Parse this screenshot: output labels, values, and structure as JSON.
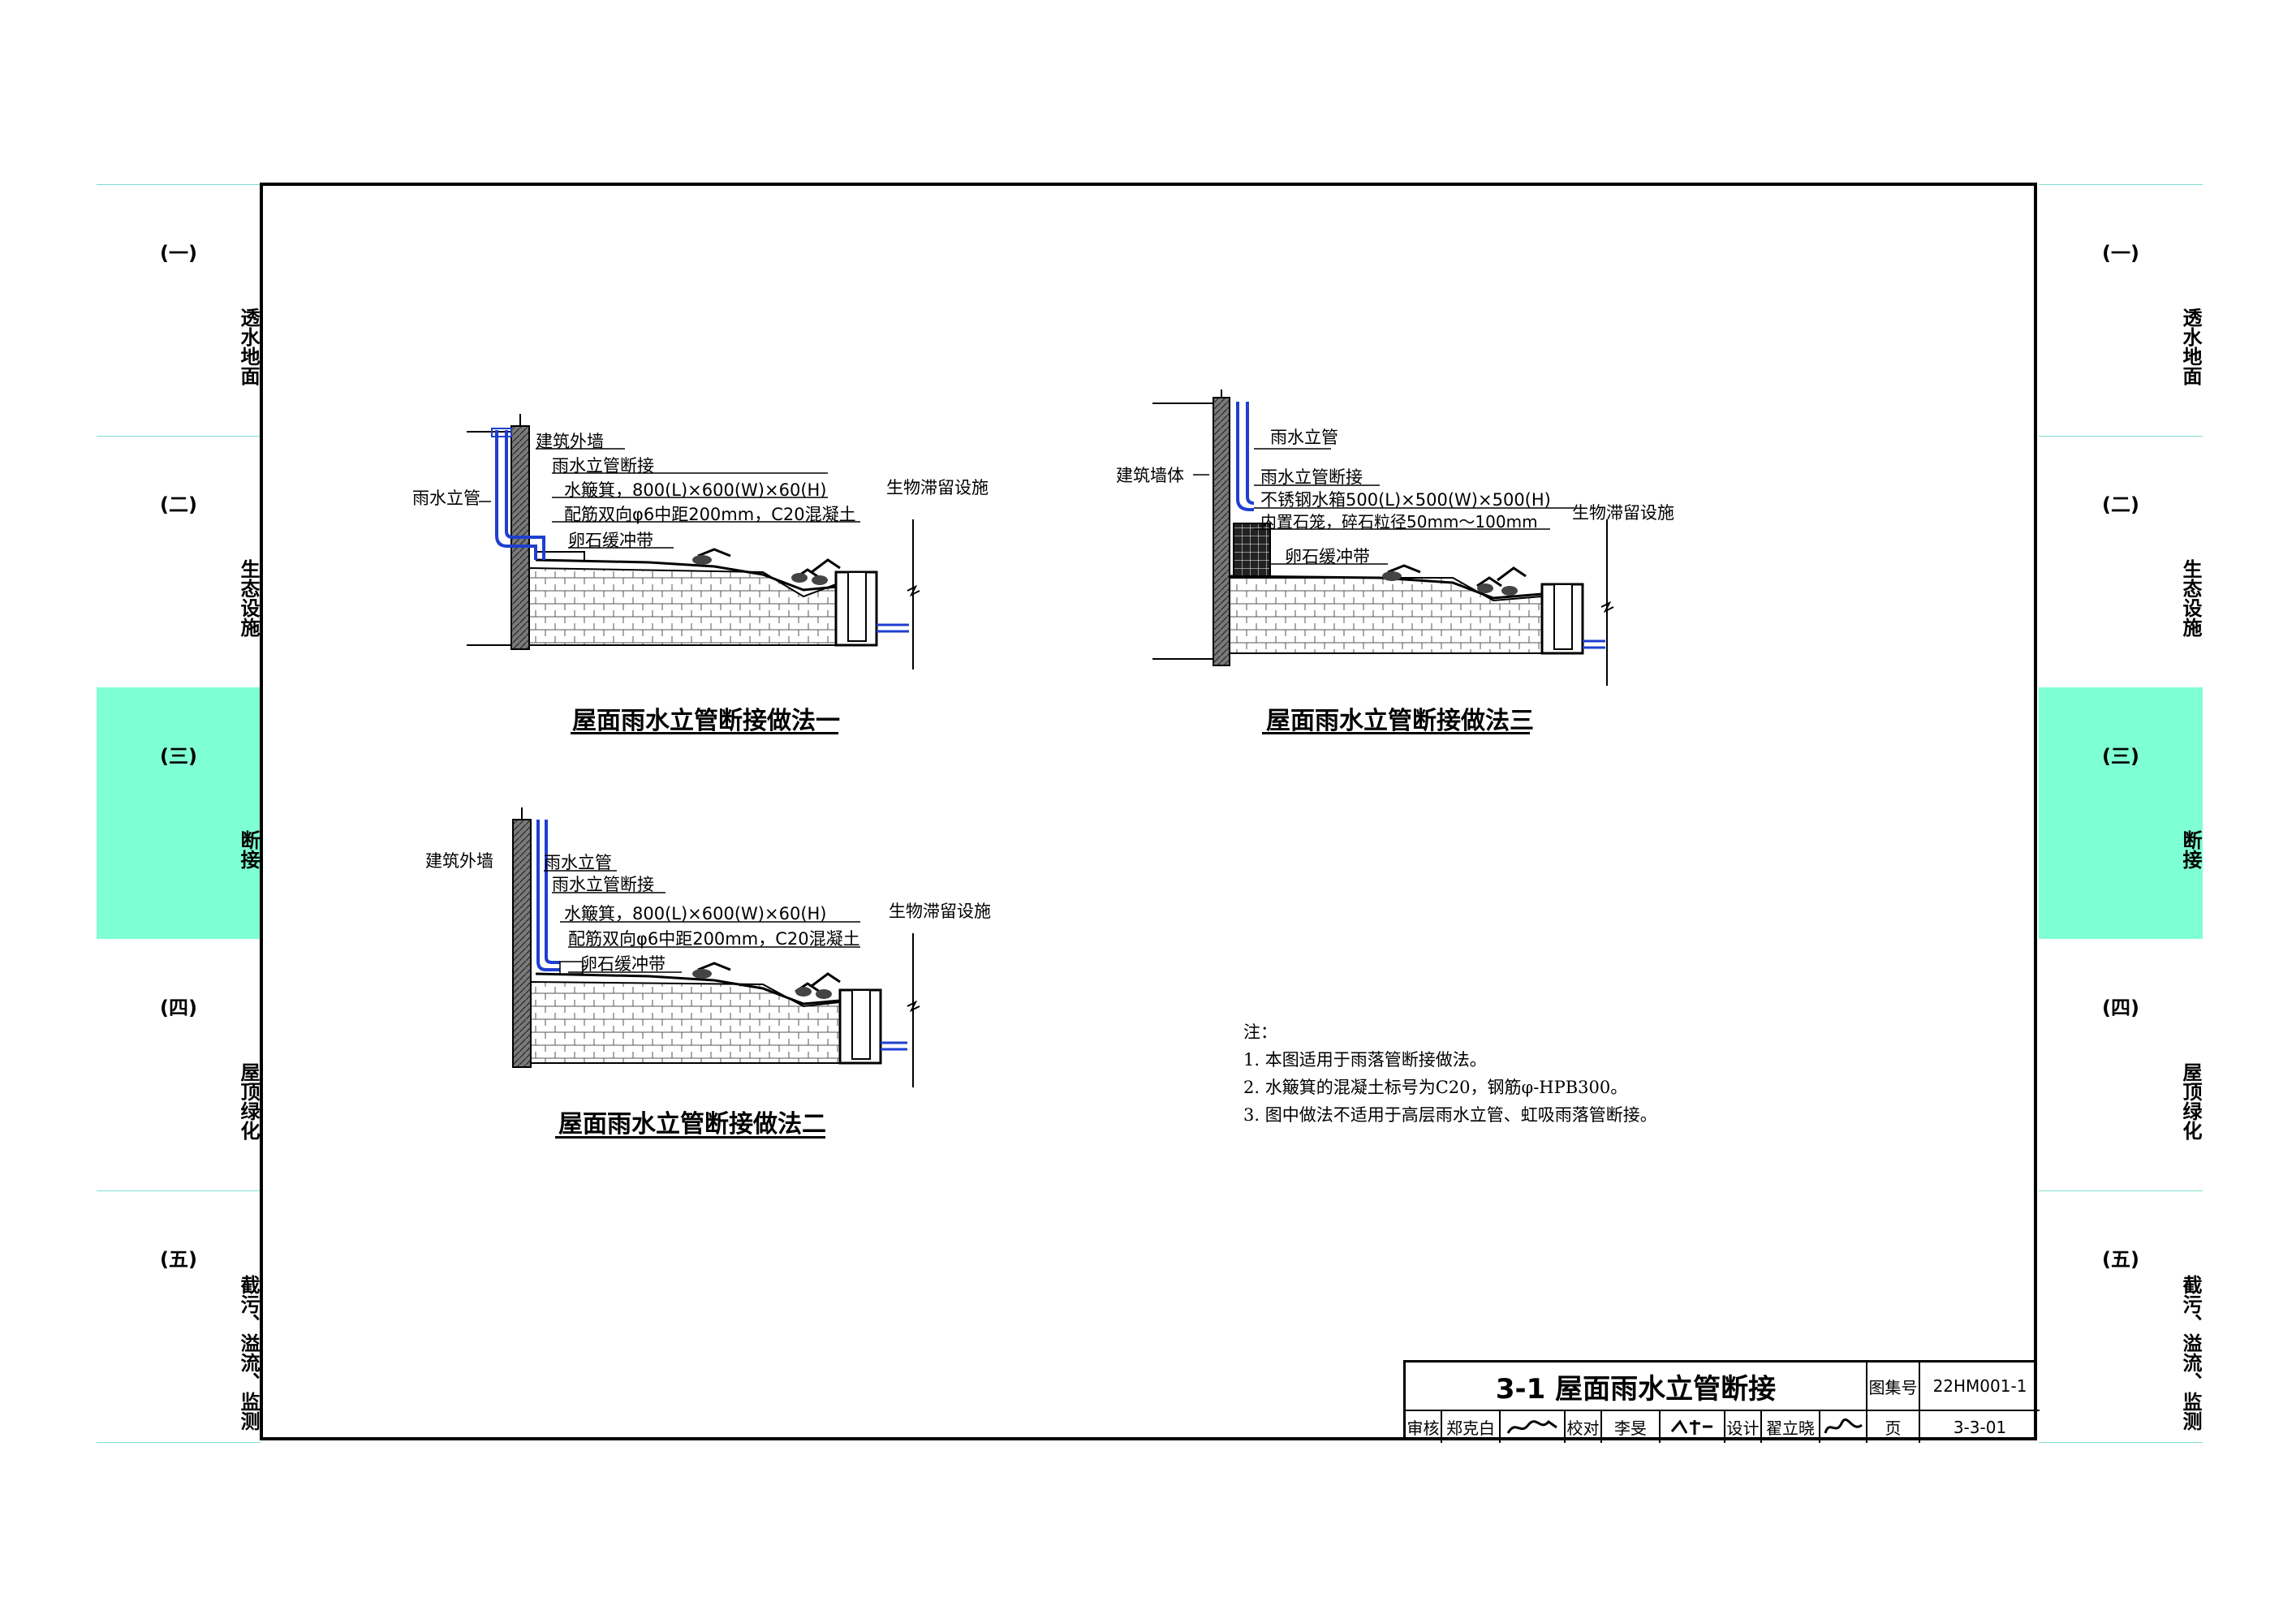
{
  "sidebar": {
    "tabs": [
      {
        "code": "(一)",
        "label": "透水地面",
        "active": false
      },
      {
        "code": "(二)",
        "label": "生态设施",
        "active": false
      },
      {
        "code": "(三)",
        "label": "断接",
        "active": true
      },
      {
        "code": "(四)",
        "label": "屋顶绿化",
        "active": false
      },
      {
        "code": "(五)",
        "label": "截污、溢流、监测",
        "active": false
      }
    ],
    "active_color": "#7fffd4"
  },
  "diagram1": {
    "caption": "屋面雨水立管断接做法一",
    "labels": {
      "pipe": "雨水立管",
      "wall": "建筑外墙",
      "disconnect": "雨水立管断接",
      "trough": "水簸箕，800(L)×600(W)×60(H)",
      "rebar": "配筋双向φ6中距200mm，C20混凝土",
      "buffer": "卵石缓冲带",
      "facility": "生物滞留设施"
    }
  },
  "diagram2": {
    "caption": "屋面雨水立管断接做法二",
    "labels": {
      "wall": "建筑外墙",
      "pipe": "雨水立管",
      "disconnect": "雨水立管断接",
      "trough": "水簸箕，800(L)×600(W)×60(H)",
      "rebar": "配筋双向φ6中距200mm，C20混凝土",
      "buffer": "卵石缓冲带",
      "facility": "生物滞留设施"
    }
  },
  "diagram3": {
    "caption": "屋面雨水立管断接做法三",
    "labels": {
      "pipe": "雨水立管",
      "wall": "建筑墙体",
      "disconnect": "雨水立管断接",
      "tank": "不锈钢水箱500(L)×500(W)×500(H)",
      "stones": "内置石笼，碎石粒径50mm～100mm",
      "facility": "生物滞留设施",
      "buffer": "卵石缓冲带"
    }
  },
  "notes": {
    "heading": "注：",
    "items": [
      "1.  本图适用于雨落管断接做法。",
      "2.  水簸箕的混凝土标号为C20，钢筋φ-HPB300。",
      "3.  图中做法不适用于高层雨水立管、虹吸雨落管断接。"
    ]
  },
  "title_block": {
    "title": "3-1  屋面雨水立管断接",
    "atlas_label": "图集号",
    "atlas_no": "22HM001-1",
    "review_label": "审核",
    "reviewer": "郑克白",
    "reviewer_sig": "郑克白",
    "check_label": "校对",
    "checker": "李旻",
    "checker_sig": "李旻",
    "design_label": "设计",
    "designer": "翟立晓",
    "designer_sig": "翟立晓",
    "page_label": "页",
    "page_no": "3-3-01"
  },
  "colors": {
    "pipe": "#1f3fd0",
    "frame": "#000000",
    "accent_lines": "#7fe0d0"
  }
}
